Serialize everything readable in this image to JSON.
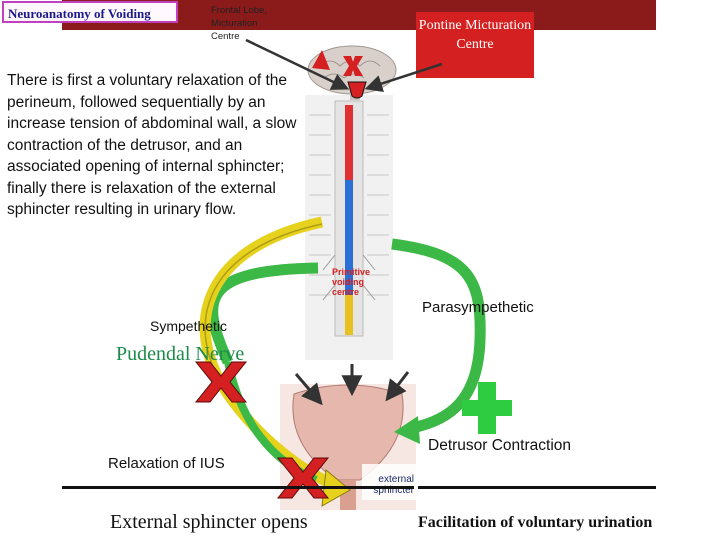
{
  "title": "Neuroanatomy of Voiding",
  "frontal_lobe_label": "Frontal Lobe, Micturation Centre",
  "pontine_centre_label": "Pontine Micturation Centre",
  "description": "There is first a voluntary relaxation of the perineum, followed sequentially by an increase tension of abdominal wall, a slow contraction of the detrusor, and an associated opening of internal sphincter; finally there is relaxation of the external sphincter resulting in urinary flow.",
  "spinal_centre_label": "Primitive voiding centre",
  "sympathetic_label": "Sympethetic",
  "pudendal_label": "Pudendal Nerve",
  "parasympathetic_label": "Parasympethetic",
  "relaxation_ius_label": "Relaxation of IUS",
  "detrusor_label": "Detrusor Contraction",
  "external_sphincter_opens_label": "External sphincter opens",
  "facilitation_label": "Facilitation of voluntary urination",
  "bladder_caption": "external sphincter",
  "colors": {
    "header_bar": "#8b1a1a",
    "pontine_box": "#d42020",
    "inhibit_cross": "#d42020",
    "excite_plus": "#2ecc40",
    "green_pathway": "#3cb846",
    "yellow_pathway": "#e6d21c",
    "pudendal_text": "#1e8a4a"
  }
}
